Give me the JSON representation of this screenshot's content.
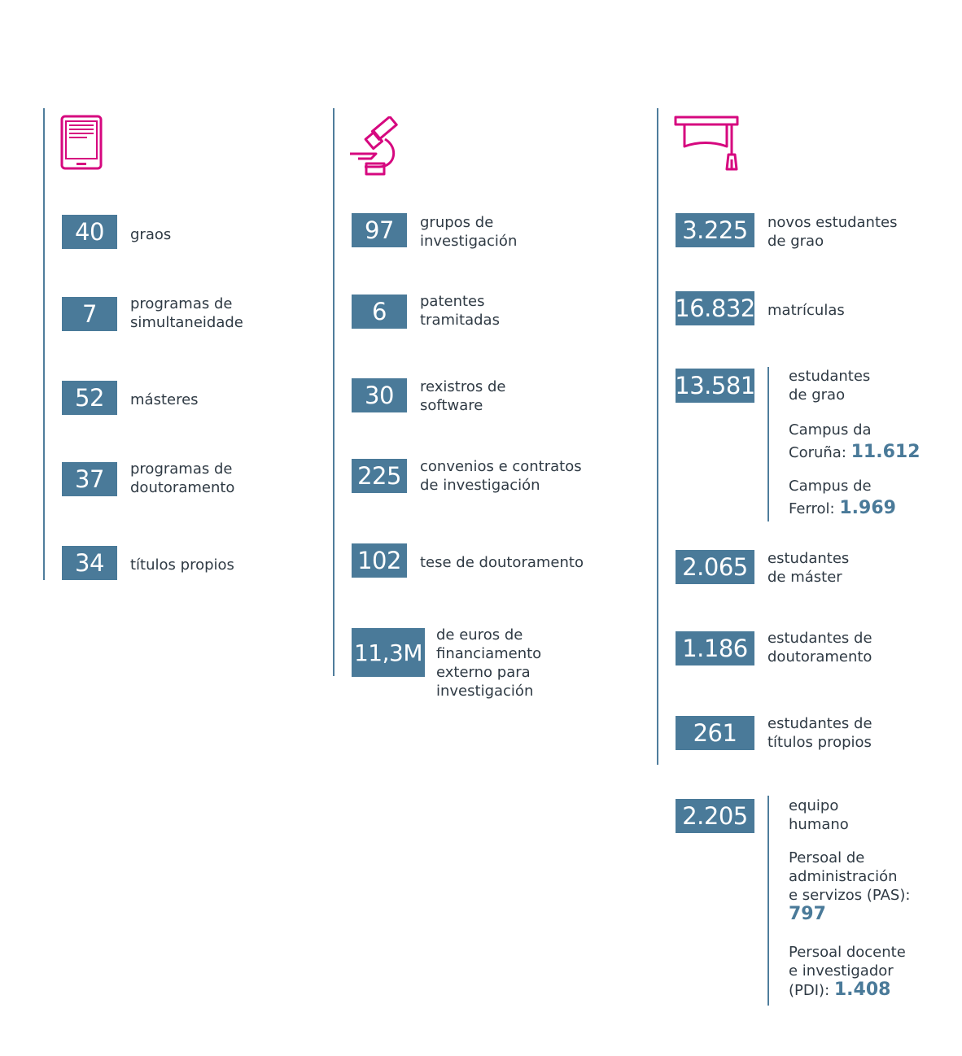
{
  "colors": {
    "box": "#4a7a99",
    "rule": "#4f7d9c",
    "icon": "#d6087f",
    "text": "#2f3a44"
  },
  "icons": [
    "tablet-icon",
    "microscope-icon",
    "graduation-cap-icon"
  ],
  "col1": [
    {
      "value": "40",
      "label": "graos"
    },
    {
      "value": "7",
      "label": "programas de\nsimultaneidade"
    },
    {
      "value": "52",
      "label": "másteres"
    },
    {
      "value": "37",
      "label": "programas de\ndoutoramento"
    },
    {
      "value": "34",
      "label": "títulos propios"
    }
  ],
  "col2": [
    {
      "value": "97",
      "label": "grupos de\ninvestigación"
    },
    {
      "value": "6",
      "label": "patentes\ntramitadas"
    },
    {
      "value": "30",
      "label": "rexistros de\nsoftware"
    },
    {
      "value": "225",
      "label": "convenios e contratos\nde investigación"
    },
    {
      "value": "102",
      "label": "tese de doutoramento"
    },
    {
      "value": "11,3M",
      "label": "de euros de\nfinanciamento\nexterno para\ninvestigación"
    }
  ],
  "col3": {
    "new_students": {
      "value": "3.225",
      "label": "novos estudantes\nde grao"
    },
    "enrolments": {
      "value": "16.832",
      "label": "matrículas"
    },
    "degree_students": {
      "value": "13.581",
      "label": "estudantes\nde grao",
      "coruna_label": "Campus da\nCoruña: ",
      "coruna_value": "11.612",
      "ferrol_label": "Campus de\nFerrol: ",
      "ferrol_value": "1.969"
    },
    "master_students": {
      "value": "2.065",
      "label": "estudantes\nde máster"
    },
    "doctoral_students": {
      "value": "1.186",
      "label": "estudantes de\ndoutoramento"
    },
    "own_degree_students": {
      "value": "261",
      "label": "estudantes de\ntítulos propios"
    },
    "staff": {
      "value": "2.205",
      "label": "equipo\nhumano",
      "pas_label": "Persoal de\nadministración\ne servizos (PAS):\n",
      "pas_value": "797",
      "pdi_label": "Persoal docente\ne investigador\n(PDI): ",
      "pdi_value": "1.408"
    }
  }
}
